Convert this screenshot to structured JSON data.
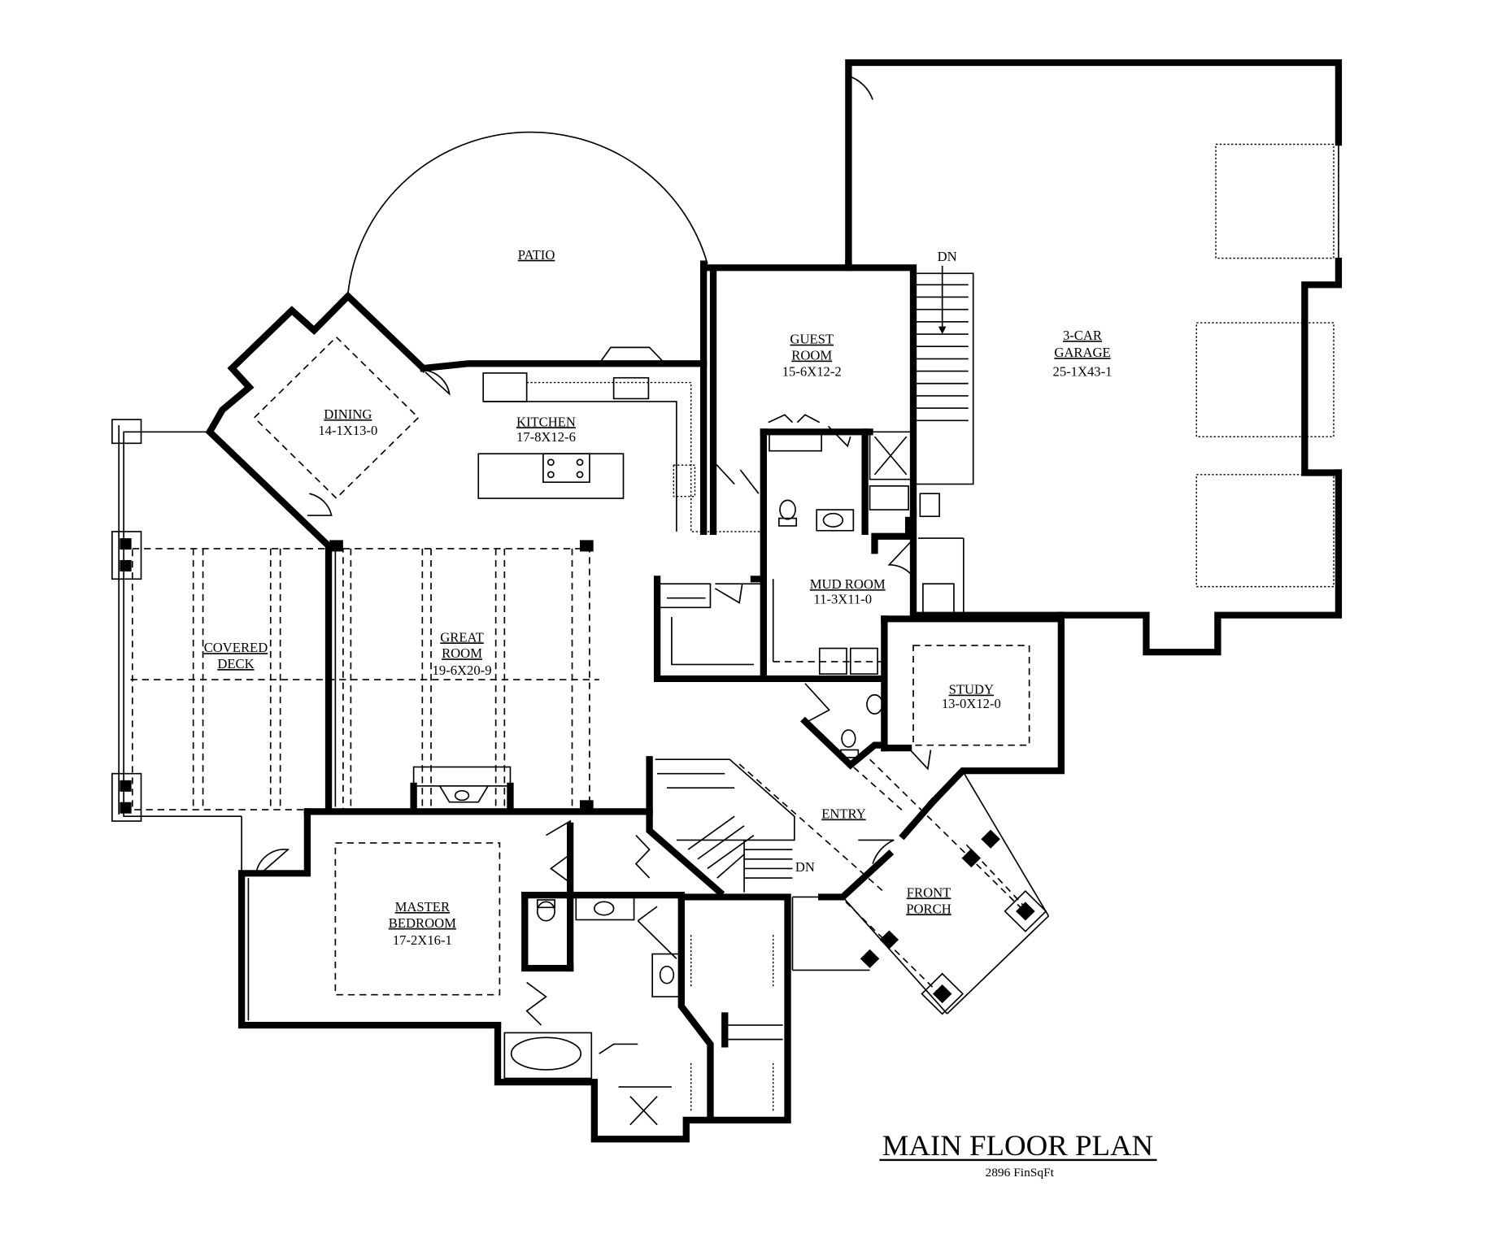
{
  "plan": {
    "title": "MAIN FLOOR PLAN",
    "subtitle": "2896 FinSqFt"
  },
  "rooms": {
    "patio": {
      "name": "PATIO"
    },
    "dining": {
      "name": "DINING",
      "dims": "14-1X13-0"
    },
    "kitchen": {
      "name": "KITCHEN",
      "dims": "17-8X12-6"
    },
    "guest_room": {
      "name_line1": "GUEST",
      "name_line2": "ROOM",
      "dims": "15-6X12-2"
    },
    "garage": {
      "name_line1": "3-CAR",
      "name_line2": "GARAGE",
      "dims": "25-1X43-1"
    },
    "covered_deck": {
      "name_line1": "COVERED",
      "name_line2": "DECK"
    },
    "great_room": {
      "name_line1": "GREAT",
      "name_line2": "ROOM",
      "dims": "19-6X20-9"
    },
    "mud_room": {
      "name": "MUD ROOM",
      "dims": "11-3X11-0"
    },
    "study": {
      "name": "STUDY",
      "dims": "13-0X12-0"
    },
    "entry": {
      "name": "ENTRY"
    },
    "front_porch": {
      "name_line1": "FRONT",
      "name_line2": "PORCH"
    },
    "master_bedroom": {
      "name_line1": "MASTER",
      "name_line2": "BEDROOM",
      "dims": "17-2X16-1"
    }
  },
  "annotations": {
    "stair_garage": "DN",
    "stair_entry": "DN"
  },
  "colors": {
    "ink": "#000000",
    "paper": "#ffffff"
  }
}
